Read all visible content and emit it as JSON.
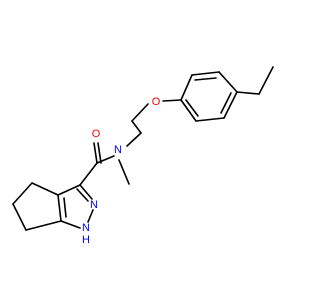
{
  "molecule": {
    "atoms": {
      "oxygen_ether": "O",
      "oxygen_carbonyl": "O",
      "nitrogen_amide": "N",
      "nitrogen_pyrazole": "N",
      "nitrogen_pyrazole_h": "N",
      "hydrogen_pyrazole": "H"
    },
    "colors": {
      "bond": "#000000",
      "oxygen": "#ff0000",
      "nitrogen": "#0000ff",
      "background": "#ffffff"
    }
  }
}
